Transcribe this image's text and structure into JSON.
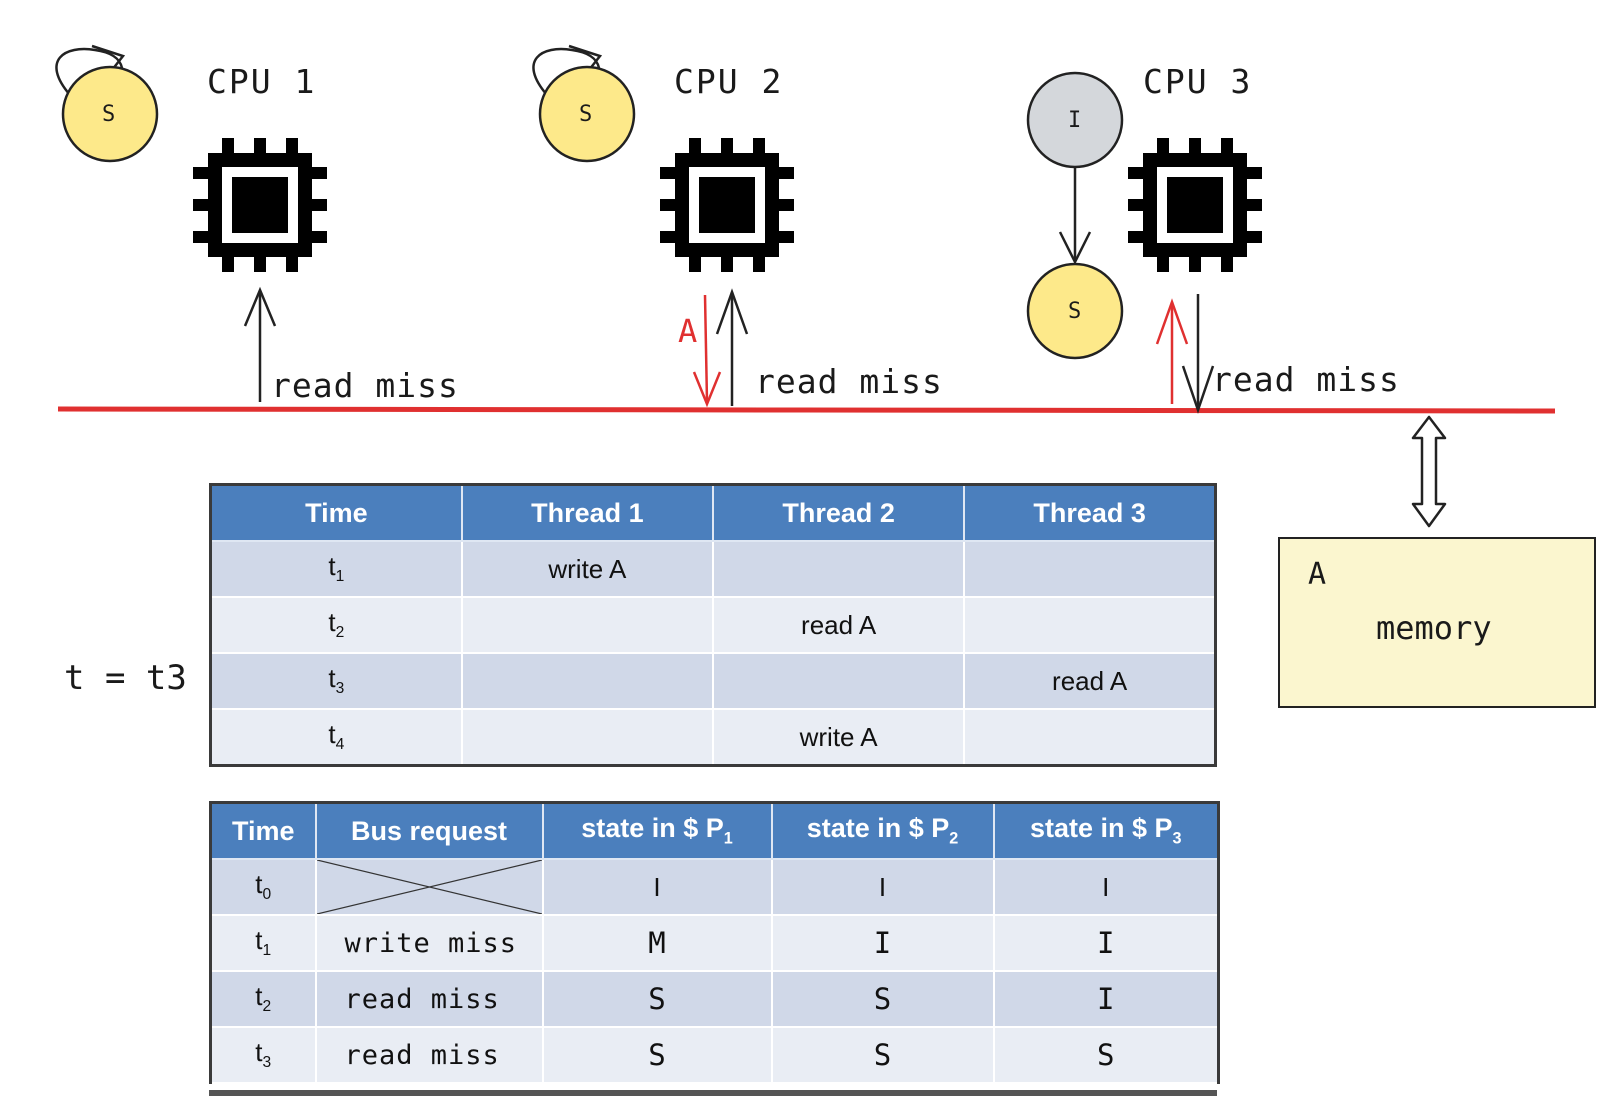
{
  "cpus": [
    {
      "label": "CPU 1",
      "states": [
        "S"
      ],
      "bus_label": "read miss"
    },
    {
      "label": "CPU 2",
      "states": [
        "S"
      ],
      "bus_label": "read miss",
      "data_label": "A"
    },
    {
      "label": "CPU 3",
      "states": [
        "I",
        "S"
      ],
      "bus_label": "read miss"
    }
  ],
  "memory": {
    "variable": "A",
    "label": "memory"
  },
  "time_marker": "t = t3",
  "threads_table": {
    "headers": [
      "Time",
      "Thread 1",
      "Thread 2",
      "Thread 3"
    ],
    "rows": [
      {
        "time": "t",
        "sub": "1",
        "cells": [
          "write A",
          "",
          ""
        ]
      },
      {
        "time": "t",
        "sub": "2",
        "cells": [
          "",
          "read A",
          ""
        ]
      },
      {
        "time": "t",
        "sub": "3",
        "cells": [
          "",
          "",
          "read A"
        ]
      },
      {
        "time": "t",
        "sub": "4",
        "cells": [
          "",
          "write A",
          ""
        ]
      }
    ]
  },
  "bus_table": {
    "headers": {
      "time": "Time",
      "bus_request": "Bus request",
      "p1": "state in $ P",
      "p1_sub": "1",
      "p2": "state in $ P",
      "p2_sub": "2",
      "p3": "state in $ P",
      "p3_sub": "3"
    },
    "rows": [
      {
        "time": "t",
        "sub": "0",
        "request": "",
        "p1": "I",
        "p2": "I",
        "p3": "I"
      },
      {
        "time": "t",
        "sub": "1",
        "request": "write miss",
        "p1": "M",
        "p2": "I",
        "p3": "I"
      },
      {
        "time": "t",
        "sub": "2",
        "request": "read miss",
        "p1": "S",
        "p2": "S",
        "p3": "I"
      },
      {
        "time": "t",
        "sub": "3",
        "request": "read miss",
        "p1": "S",
        "p2": "S",
        "p3": "S"
      }
    ]
  },
  "colors": {
    "bus": "#e03030",
    "state_s": "#fde98a",
    "state_i": "#d4d7db",
    "header": "#4b7fbd"
  }
}
